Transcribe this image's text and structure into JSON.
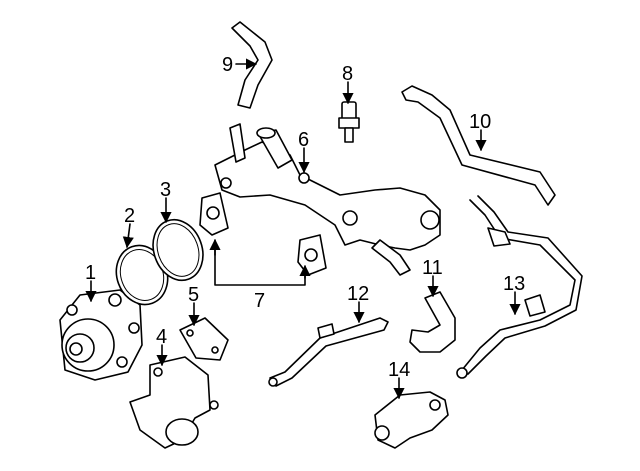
{
  "callouts": [
    {
      "key": "c1",
      "label": "1"
    },
    {
      "key": "c2",
      "label": "2"
    },
    {
      "key": "c3",
      "label": "3"
    },
    {
      "key": "c4",
      "label": "4"
    },
    {
      "key": "c5",
      "label": "5"
    },
    {
      "key": "c6",
      "label": "6"
    },
    {
      "key": "c7",
      "label": "7"
    },
    {
      "key": "c8",
      "label": "8"
    },
    {
      "key": "c9",
      "label": "9"
    },
    {
      "key": "c10",
      "label": "10"
    },
    {
      "key": "c11",
      "label": "11"
    },
    {
      "key": "c12",
      "label": "12"
    },
    {
      "key": "c13",
      "label": "13"
    },
    {
      "key": "c14",
      "label": "14"
    }
  ],
  "colors": {
    "line": "#000000",
    "background": "#ffffff"
  }
}
